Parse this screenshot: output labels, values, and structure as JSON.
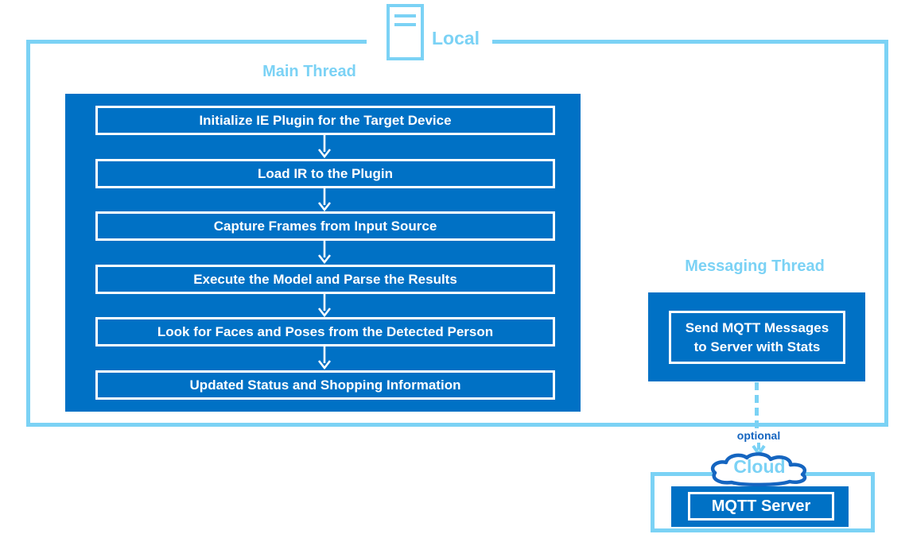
{
  "colors": {
    "intel_blue": "#0071c5",
    "light_blue": "#7bd2f5",
    "deep_blue": "#1565c0",
    "box_text": "#ffffff"
  },
  "local": {
    "label": "Local",
    "icon": "document-icon"
  },
  "main_thread": {
    "title": "Main Thread",
    "steps": [
      "Initialize IE Plugin for the Target Device",
      "Load IR to the Plugin",
      "Capture Frames from Input Source",
      "Execute the Model and Parse the Results",
      "Look for Faces and Poses from the Detected Person",
      "Updated Status and Shopping Information"
    ],
    "arrow_icon": "flow-arrow-icon"
  },
  "messaging_thread": {
    "title": "Messaging Thread",
    "box_line1": "Send MQTT Messages",
    "box_line2": "to Server with Stats"
  },
  "connector": {
    "optional_label": "optional",
    "style": "dashed",
    "arrow_icon": "arrow-down-icon"
  },
  "cloud": {
    "label": "Cloud",
    "icon": "cloud-icon",
    "server_label": "MQTT Server"
  }
}
